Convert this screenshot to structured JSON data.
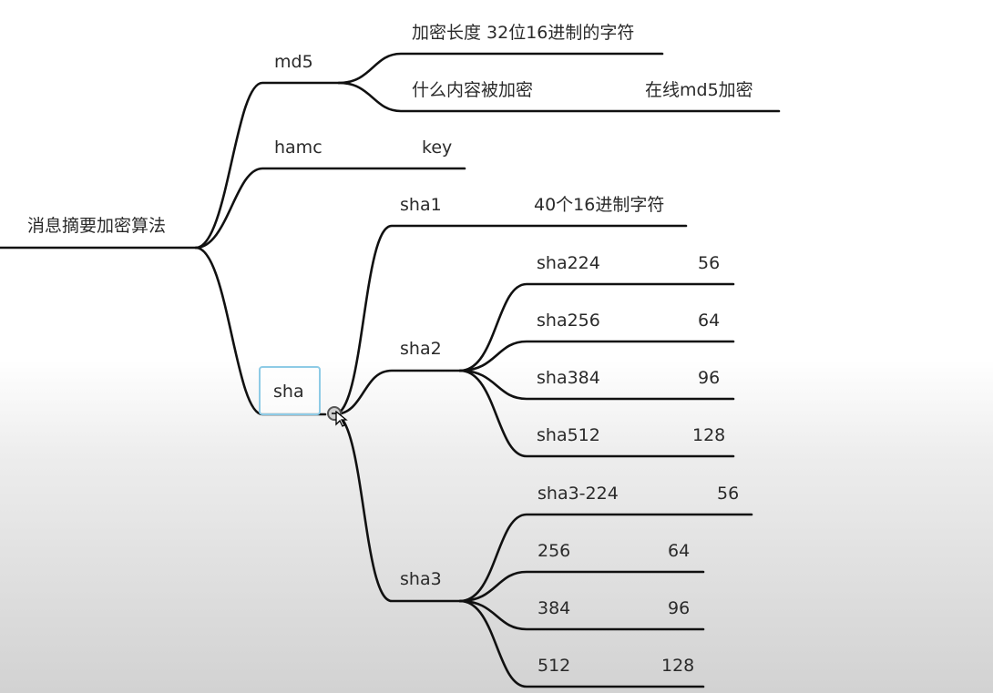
{
  "root": {
    "label": "消息摘要加密算法"
  },
  "md5": {
    "label": "md5",
    "children": [
      {
        "label": "加密长度 32位16进制的字符"
      },
      {
        "label": "什么内容被加密",
        "note": "在线md5加密"
      }
    ]
  },
  "hamc": {
    "label": "hamc",
    "note": "key"
  },
  "sha": {
    "label": "sha",
    "sha1": {
      "label": "sha1",
      "note": "40个16进制字符"
    },
    "sha2": {
      "label": "sha2",
      "items": [
        {
          "name": "sha224",
          "value": "56"
        },
        {
          "name": "sha256",
          "value": "64"
        },
        {
          "name": "sha384",
          "value": "96"
        },
        {
          "name": "sha512",
          "value": "128"
        }
      ]
    },
    "sha3": {
      "label": "sha3",
      "items": [
        {
          "name": "sha3-224",
          "value": "56"
        },
        {
          "name": "256",
          "value": "64"
        },
        {
          "name": "384",
          "value": "96"
        },
        {
          "name": "512",
          "value": "128"
        }
      ]
    }
  },
  "colors": {
    "line": "#111111",
    "selection": "#8ecbe6",
    "text": "#2a2a2a"
  },
  "icons": {
    "collapse": "minus-circle-icon",
    "pointer": "mouse-pointer-icon"
  }
}
